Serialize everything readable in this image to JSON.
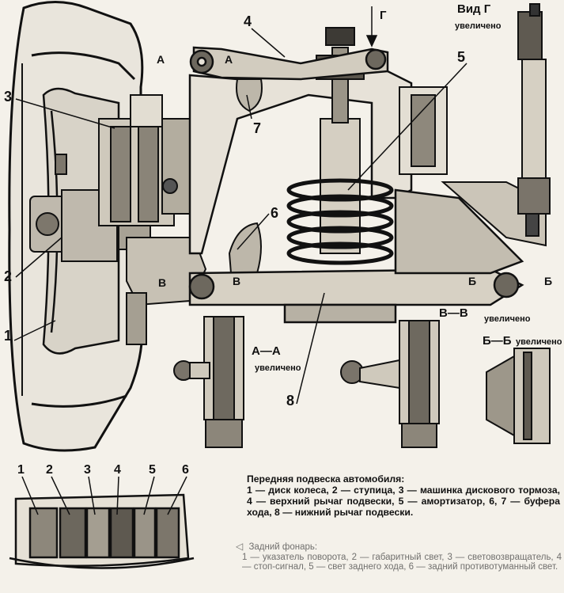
{
  "suspension_labels": {
    "n1": "1",
    "n2": "2",
    "n3": "3",
    "n4": "4",
    "n5": "5",
    "n6": "6",
    "n7": "7",
    "n8": "8",
    "g_arrow": "Г",
    "view_g": "Вид Г",
    "view_g_sub": "увеличено",
    "section_a_left": "А",
    "section_a_right": "А",
    "section_b_left": "Б",
    "section_b_mid": "Б",
    "section_v_left": "В",
    "section_v_right": "В",
    "aa_title": "А—А",
    "aa_sub": "увеличено",
    "vv_title": "В—В",
    "vv_sub": "увеличено",
    "bb_title": "Б—Б",
    "bb_sub": "увеличено"
  },
  "lamp_labels": [
    "1",
    "2",
    "3",
    "4",
    "5",
    "6"
  ],
  "caption_suspension": {
    "title": "Передняя подвеска автомобиля:",
    "body": "1 — диск колеса, 2 — ступица, 3 — машинка дискового тормоза, 4 — верхний рычаг подвески, 5 — амортизатор, 6, 7 — буфера хода, 8 — нижний рычаг подвески."
  },
  "caption_lamp": {
    "arrow": "◁",
    "title": "Задний фонарь:",
    "body": "1 — указатель поворота, 2 — габаритный свет, 3 — световозвращатель, 4 — стоп-сигнал, 5 — свет заднего хода, 6 — задний противотуманный свет."
  }
}
